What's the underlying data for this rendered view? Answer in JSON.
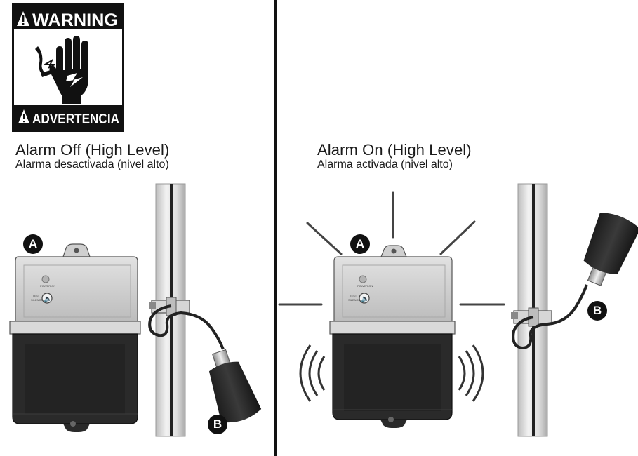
{
  "warning_sign": {
    "top_text": "WARNING",
    "bottom_text": "ADVERTENCIA",
    "symbol": "electric-shock-hand-icon"
  },
  "panels": [
    {
      "id": "left",
      "title_en": "Alarm Off (High Level)",
      "title_es": "Alarma desactivada (nivel alto)",
      "state": "off",
      "labels": {
        "device": "A",
        "float": "B"
      },
      "device": {
        "power_label": "POWER ON",
        "test_label": "TEST",
        "silence_label": "SILENCE"
      }
    },
    {
      "id": "right",
      "title_en": "Alarm On (High Level)",
      "title_es": "Alarma activada (nivel alto)",
      "state": "on",
      "labels": {
        "device": "A",
        "float": "B"
      },
      "device": {
        "power_label": "POWER ON",
        "test_label": "TEST",
        "silence_label": "SILENCE"
      }
    }
  ],
  "colors": {
    "sign_black": "#111111",
    "device_top": "#cfcfcf",
    "device_bottom": "#2a2a2a",
    "pipe": "#dcdcdc",
    "float": "#2b2b2b"
  }
}
